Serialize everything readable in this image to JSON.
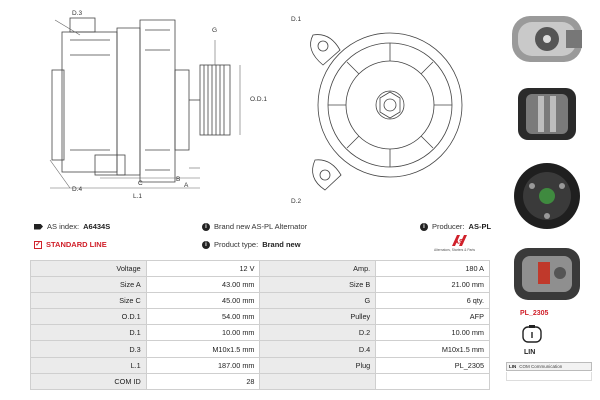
{
  "dimension_labels": {
    "d3": "D.3",
    "g": "G",
    "od1": "O.D.1",
    "d4": "D.4",
    "c": "C",
    "b": "B",
    "a": "A",
    "l1": "L.1",
    "d1": "D.1",
    "d2": "D.2"
  },
  "info": {
    "as_index_label": "AS index:",
    "as_index_value": "A6434S",
    "brand_label": "Brand new AS-PL Alternator",
    "producer_label": "Producer:",
    "producer_value": "AS-PL",
    "standard_line": "STANDARD LINE",
    "product_type_label": "Product type:",
    "product_type_value": "Brand new",
    "logo_text": "AS",
    "logo_tagline": "Alternators, Starters & Parts"
  },
  "specs": [
    [
      "Voltage",
      "12 V",
      "Amp.",
      "180 A"
    ],
    [
      "Size A",
      "43.00 mm",
      "Size B",
      "21.00 mm"
    ],
    [
      "Size C",
      "45.00 mm",
      "G",
      "6 qty."
    ],
    [
      "O.D.1",
      "54.00 mm",
      "Pulley",
      "AFP"
    ],
    [
      "D.1",
      "10.00 mm",
      "D.2",
      "10.00 mm"
    ],
    [
      "D.3",
      "M10x1.5 mm",
      "D.4",
      "M10x1.5 mm"
    ],
    [
      "L.1",
      "187.00 mm",
      "Plug",
      "PL_2305"
    ],
    [
      "COM ID",
      "28",
      "",
      ""
    ]
  ],
  "side": {
    "plug_caption": "PL_2305",
    "lin_caption": "LIN",
    "com_code": "LIN",
    "com_text": "COM Communication"
  },
  "colors": {
    "accent_red": "#d0202a",
    "table_key_bg": "#ebebeb",
    "table_border": "#cfcfcf"
  }
}
